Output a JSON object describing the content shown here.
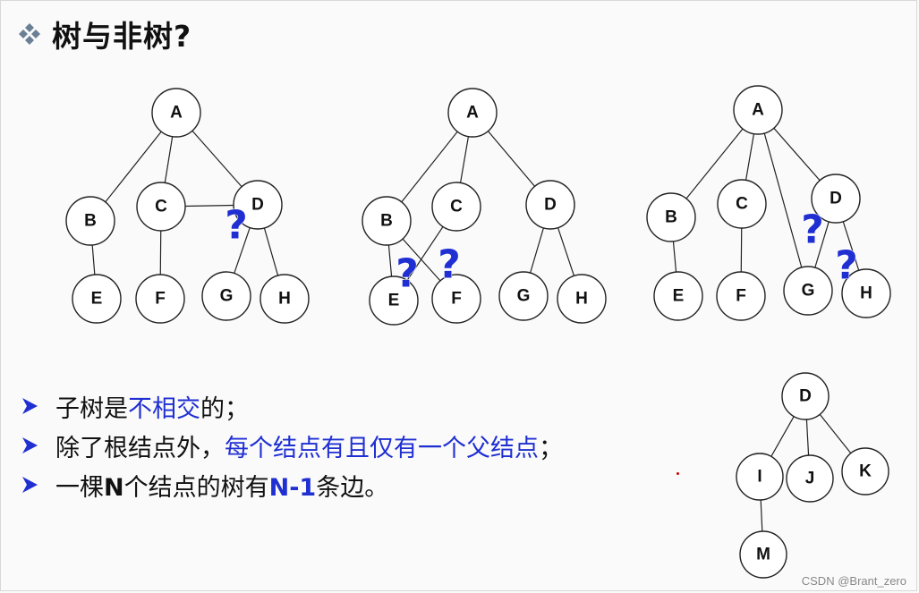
{
  "title": "树与非树?",
  "bullets": [
    [
      {
        "t": "子树是"
      },
      {
        "t": "不相交",
        "c": "hl"
      },
      {
        "t": "的；"
      }
    ],
    [
      {
        "t": "除了根结点外，"
      },
      {
        "t": "每个结点有且仅有一个父结点",
        "c": "hl"
      },
      {
        "t": "；"
      }
    ],
    [
      {
        "t": "一棵"
      },
      {
        "t": "N",
        "c": "bold"
      },
      {
        "t": "个结点的树有"
      },
      {
        "t": "N-1",
        "c": "hl bold"
      },
      {
        "t": "条边。"
      }
    ]
  ],
  "watermark": "CSDN @Brant_zero",
  "colors": {
    "highlight": "#1f2fd2",
    "qmark": "#1f2fd2"
  },
  "icons": {
    "title_bullet": "four-diamond-icon",
    "list_bullet": "right-arrow-icon",
    "question": "question-mark"
  },
  "diagrams": [
    {
      "name": "tree-1-cross-edge",
      "nodes": [
        "A",
        "B",
        "C",
        "D",
        "E",
        "F",
        "G",
        "H"
      ],
      "edges": [
        [
          "A",
          "B"
        ],
        [
          "A",
          "C"
        ],
        [
          "A",
          "D"
        ],
        [
          "B",
          "E"
        ],
        [
          "C",
          "F"
        ],
        [
          "D",
          "G"
        ],
        [
          "D",
          "H"
        ],
        [
          "C",
          "D"
        ]
      ],
      "question_marks": [
        "?"
      ]
    },
    {
      "name": "tree-2-shared-child",
      "nodes": [
        "A",
        "B",
        "C",
        "D",
        "E",
        "F",
        "G",
        "H"
      ],
      "edges": [
        [
          "A",
          "B"
        ],
        [
          "A",
          "C"
        ],
        [
          "A",
          "D"
        ],
        [
          "B",
          "E"
        ],
        [
          "B",
          "F"
        ],
        [
          "C",
          "E"
        ],
        [
          "D",
          "G"
        ],
        [
          "D",
          "H"
        ]
      ],
      "question_marks": [
        "?",
        "?"
      ]
    },
    {
      "name": "tree-3-two-parents",
      "nodes": [
        "A",
        "B",
        "C",
        "D",
        "E",
        "F",
        "G",
        "H"
      ],
      "edges": [
        [
          "A",
          "B"
        ],
        [
          "A",
          "C"
        ],
        [
          "A",
          "D"
        ],
        [
          "A",
          "G"
        ],
        [
          "B",
          "E"
        ],
        [
          "C",
          "F"
        ],
        [
          "D",
          "G"
        ],
        [
          "D",
          "H"
        ]
      ],
      "question_marks": [
        "?",
        "?"
      ]
    },
    {
      "name": "valid-tree",
      "nodes": [
        "D",
        "I",
        "J",
        "K",
        "M"
      ],
      "edges": [
        [
          "D",
          "I"
        ],
        [
          "D",
          "J"
        ],
        [
          "D",
          "K"
        ],
        [
          "I",
          "M"
        ]
      ],
      "question_marks": []
    }
  ]
}
